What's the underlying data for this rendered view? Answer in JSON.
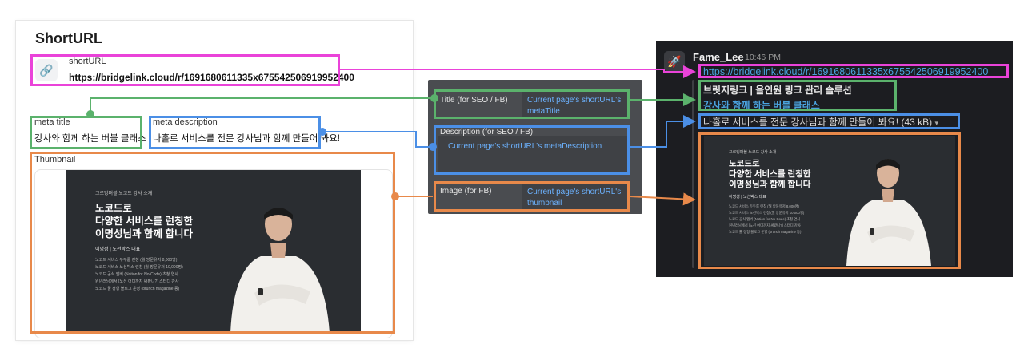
{
  "left": {
    "title": "ShortURL",
    "shorturl_label": "shortURL",
    "shorturl_value": "https://bridgelink.cloud/r/1691680611335x675542506919952400",
    "meta_title_label": "meta title",
    "meta_title_value": "강사와 함께 하는 버블 클래스",
    "meta_description_label": "meta description",
    "meta_description_value": "나홀로 서비스를 전문 강사님과 함께 만들어 봐요!",
    "thumbnail_label": "Thumbnail"
  },
  "thumbnail": {
    "kicker": "그로밍퍼블 노코드 강사 소개",
    "headline": [
      "노코드로",
      "다양한 서비스를 런칭한",
      "이명성님과 함께 합니다"
    ],
    "name_line": "이명성 | 노션박스 대표",
    "bullets": [
      "노코드 서비스 두두룸 런칭 (월 방문유저 8,000명)",
      "노코드 서비스 노션박스 런칭 (월 방문유저 10,000명)",
      "노코드 공식 앰버 (Notion for No-Code) 초청 연사",
      "원년러닝에서 [노션 어디까지 써봤니?] 스터디 강사",
      "노코드 툴 정형 블로그 운영 (brunch magazine 등)"
    ]
  },
  "mapping": {
    "rows": [
      {
        "label": "Title (for SEO / FB)",
        "value": "Current page's shortURL's metaTitle"
      },
      {
        "label": "Description (for SEO / FB)",
        "value": "Current page's shortURL's metaDescription"
      },
      {
        "label": "Image (for FB)",
        "value": "Current page's shortURL's thumbnail"
      }
    ]
  },
  "slack": {
    "username": "Fame_Lee",
    "time": "10:46 PM",
    "link": "https://bridgelink.cloud/r/1691680611335x675542506919952400",
    "preview_site": "브릿지링크 | 올인원 링크 관리 솔루션",
    "preview_title": "강사와 함께 하는 버블 클래스",
    "preview_description": "나홀로 서비스를 전문 강사님과 함께 만들어 봐요! (43 kB)",
    "dropdown_glyph": "▾"
  },
  "colors": {
    "pink": "#ea43d9",
    "green": "#5bb26c",
    "blue": "#4b8fe6",
    "orange": "#e8894a",
    "link_blue": "#4aa3df"
  },
  "icons": {
    "link": "link-icon",
    "avatar": "rocket-avatar-icon"
  }
}
